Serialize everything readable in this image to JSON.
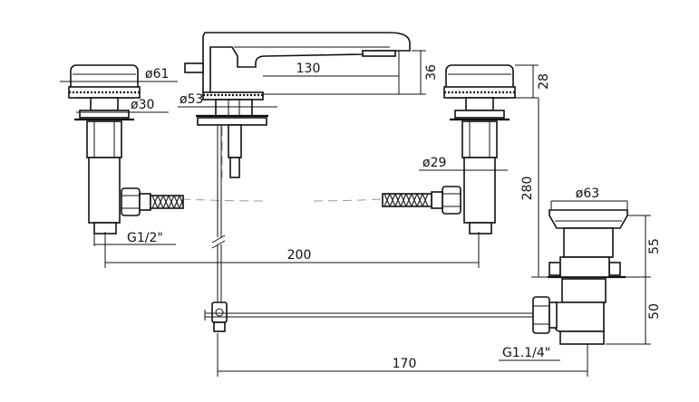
{
  "dimensions": {
    "spout_reach": "130",
    "spout_height": "36",
    "handle_height": "28",
    "handle_diameter": "ø61",
    "handle_stem_diameter": "ø30",
    "body_diameter": "ø53",
    "valve_diameter": "ø29",
    "connection_thread": "G1/2\"",
    "handle_spacing": "200",
    "overall_height": "280",
    "drain_flange_diameter": "ø63",
    "drain_upper_height": "55",
    "drain_lower_height": "50",
    "drain_thread": "G1.1/4\"",
    "pop_up_rod_length": "170"
  }
}
